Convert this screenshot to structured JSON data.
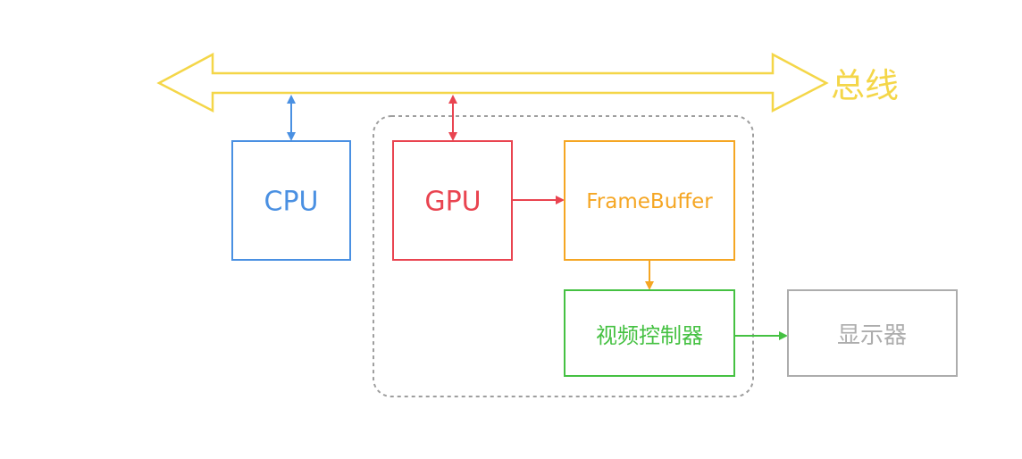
{
  "bus": {
    "label": "总线",
    "color": "#f4d648"
  },
  "group": {
    "color": "#9e9e9e"
  },
  "nodes": {
    "cpu": {
      "label": "CPU",
      "color": "#4a90e2"
    },
    "gpu": {
      "label": "GPU",
      "color": "#e94450"
    },
    "framebuffer": {
      "label": "FrameBuffer",
      "color": "#f5a623"
    },
    "video_controller": {
      "label": "视频控制器",
      "color": "#45c142"
    },
    "display": {
      "label": "显示器",
      "color": "#adadad"
    }
  }
}
